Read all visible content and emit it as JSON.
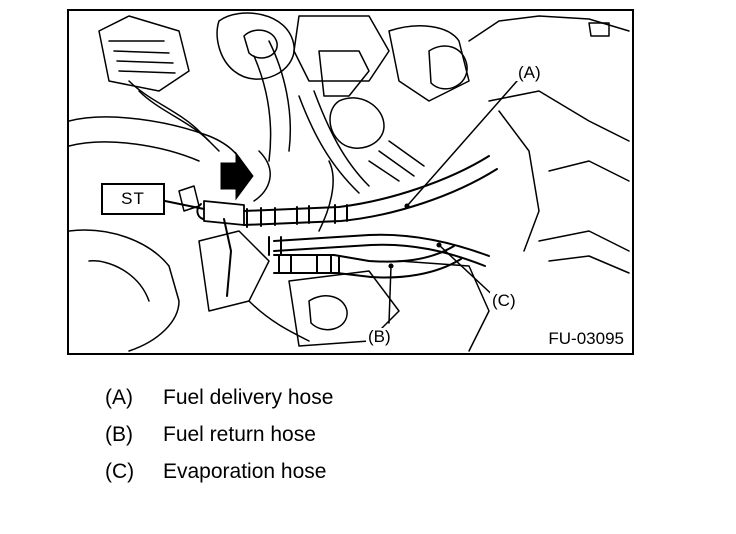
{
  "figure": {
    "id": "FU-03095",
    "tool_label": "ST",
    "callouts": {
      "a": "(A)",
      "b": "(B)",
      "c": "(C)"
    }
  },
  "legend": [
    {
      "key": "(A)",
      "text": "Fuel delivery hose"
    },
    {
      "key": "(B)",
      "text": "Fuel return hose"
    },
    {
      "key": "(C)",
      "text": "Evaporation hose"
    }
  ]
}
